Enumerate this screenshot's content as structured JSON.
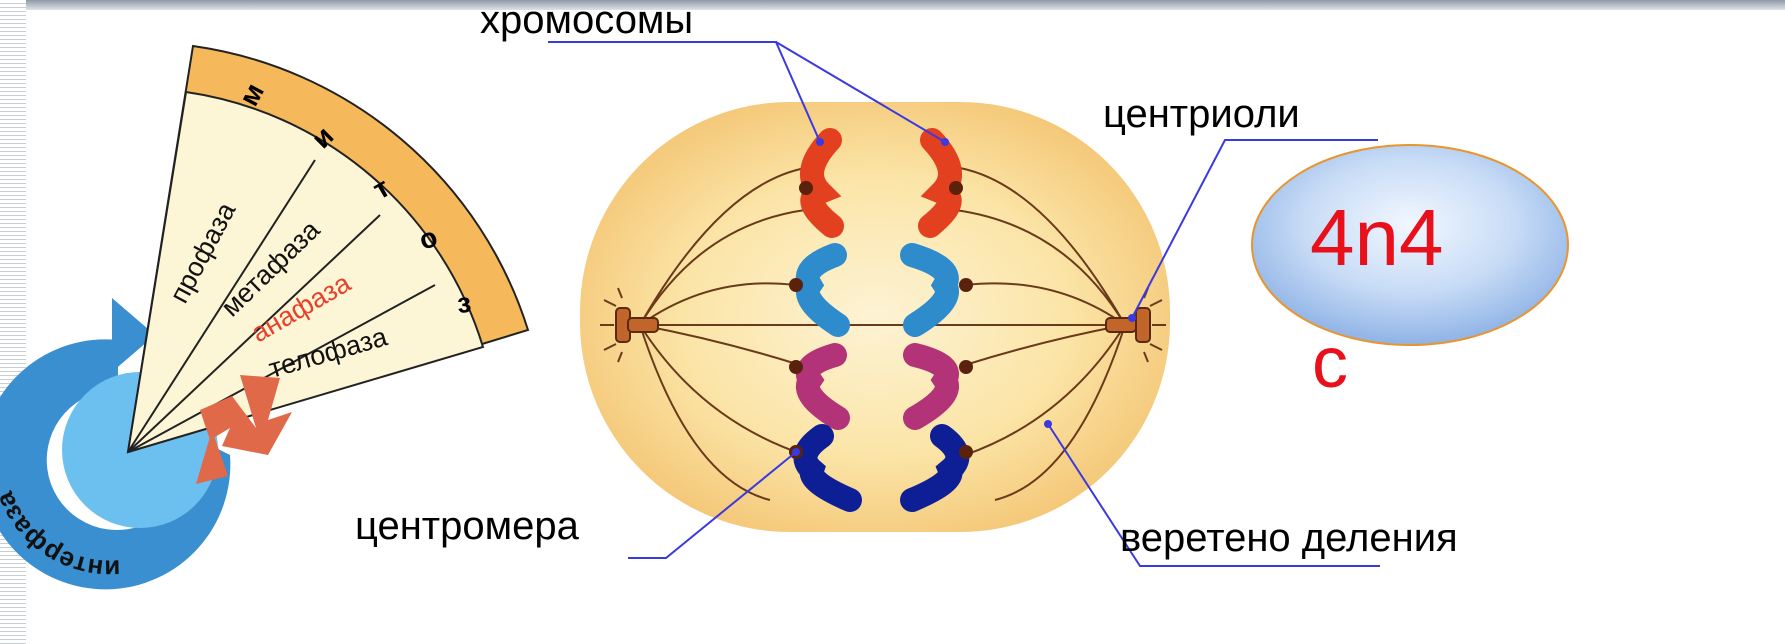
{
  "labels": {
    "chromosomes": "хромосомы",
    "centrioles": "центриоли",
    "centromere": "центромера",
    "spindle": "веретено деления"
  },
  "bubble": {
    "formula": "4n4",
    "suffix": "c"
  },
  "cycle": {
    "mitosis_letters": [
      "м",
      "и",
      "т",
      "о",
      "з"
    ],
    "phases": [
      "профаза",
      "метафаза",
      "анафаза",
      "телофаза"
    ],
    "interphase": "интерфаза"
  },
  "colors": {
    "cell_fill": "#f7d48a",
    "cell_center": "#fdf0cc",
    "fan_band": "#f5b85a",
    "fan_fill": "#fdf6d6",
    "interphase_ring": "#3a8fd0",
    "interphase_core": "#6cc0ef",
    "arrow": "#e0694a",
    "anaphase_highlight": "#e8402a",
    "pointer_line": "#3a3ae0",
    "chromosome_red": "#e2401f",
    "chromosome_blue": "#2e8ccc",
    "chromosome_magenta": "#b23377",
    "chromosome_navy": "#0e1f96",
    "bubble_text": "#e8101a"
  }
}
